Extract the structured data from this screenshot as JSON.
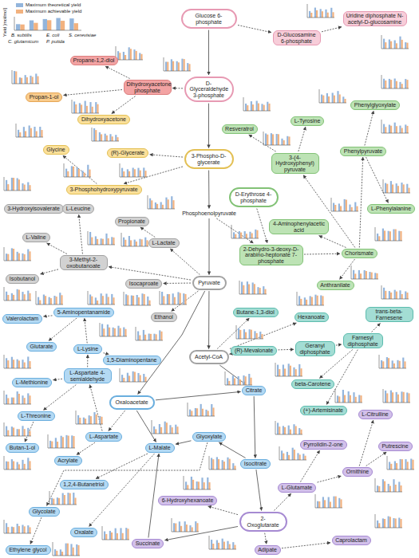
{
  "diagram": {
    "nodes": [
      {
        "text": [
          "Glucose 6-phosphate"
        ]
      },
      {
        "text": [
          "D-Glucosamine 6-phosphate"
        ]
      },
      {
        "text": [
          "Uridine diphosphate N-acetyl-D-glucosamine"
        ]
      },
      {
        "text": [
          "Propane-1,2-diol"
        ]
      },
      {
        "text": [
          "Dihydroxyacetone phosphate"
        ]
      },
      {
        "text": [
          "D-Glyceraldehyde 3-phosphate"
        ]
      },
      {
        "text": [
          "Resveratrol"
        ]
      },
      {
        "text": [
          "L-Tyrosine"
        ]
      },
      {
        "text": [
          "Phenylglyoxylate"
        ]
      },
      {
        "text": [
          "Propan-1-ol"
        ]
      },
      {
        "text": [
          "Dihydroxyacetone"
        ]
      },
      {
        "text": [
          "Glycine"
        ]
      },
      {
        "text": [
          "(R)-Glycerate"
        ]
      },
      {
        "text": [
          "3-(4-Hydroxyphenyl) pyruvate"
        ]
      },
      {
        "text": [
          "Phenylpyruvate"
        ]
      },
      {
        "text": [
          "3-Phospho-D-glycerate"
        ]
      },
      {
        "text": [
          "3-Phosphohydroxypyruvate"
        ]
      },
      {
        "text": [
          "3-Hydroxyisovalerate"
        ]
      },
      {
        "text": [
          "L-Leucine"
        ]
      },
      {
        "text": [
          "D-Erythrose 4-phosphate"
        ]
      },
      {
        "text": [
          "L-Phenylalanine"
        ]
      },
      {
        "text": [
          "Propionate"
        ]
      },
      {
        "text": [
          "L-Lactate"
        ]
      },
      {
        "text": [
          "L-Valine"
        ]
      },
      {
        "text": [
          "4-Aminophenylacetic acid"
        ]
      },
      {
        "text": [
          "Phosphoenolpyruvate"
        ]
      },
      {
        "text": [
          "2-Dehydro-3-deoxy-D-arabino-heptonate 7-phosphate"
        ]
      },
      {
        "text": [
          "Chorismate"
        ]
      },
      {
        "text": [
          "Isobutanol"
        ]
      },
      {
        "text": [
          "3-Methyl-2-oxobutanoate"
        ]
      },
      {
        "text": [
          "Isocaproate"
        ]
      },
      {
        "text": [
          "Pyruvate"
        ]
      },
      {
        "text": [
          "Anthranilate"
        ]
      },
      {
        "text": [
          "Valerolactam"
        ]
      },
      {
        "text": [
          "5-Aminopentanamide"
        ]
      },
      {
        "text": [
          "Ethanol"
        ]
      },
      {
        "text": [
          "Butane-1,3-diol"
        ]
      },
      {
        "text": [
          "Hexanoate"
        ]
      },
      {
        "text": [
          "trans-beta-Farnesene"
        ]
      },
      {
        "text": [
          "Glutarate"
        ]
      },
      {
        "text": [
          "L-Lysine"
        ]
      },
      {
        "text": [
          "1,5-Diaminopentane"
        ]
      },
      {
        "text": [
          "Acetyl-CoA"
        ]
      },
      {
        "text": [
          "(R)-Mevalonate"
        ]
      },
      {
        "text": [
          "Geranyl diphosphate"
        ]
      },
      {
        "text": [
          "Farnesyl diphosphate"
        ]
      },
      {
        "text": [
          "L-Methionine"
        ]
      },
      {
        "text": [
          "L-Aspartate 4-semialdehyde"
        ]
      },
      {
        "text": [
          "beta-Carotene"
        ]
      },
      {
        "text": [
          "Oxaloacetate"
        ]
      },
      {
        "text": [
          "Citrate"
        ]
      },
      {
        "text": [
          "(+)-Artemisinate"
        ]
      },
      {
        "text": [
          "L-Threonine"
        ]
      },
      {
        "text": [
          "L-Aspartate"
        ]
      },
      {
        "text": [
          "L-Citrulline"
        ]
      },
      {
        "text": [
          "Pyrrolidin-2-one"
        ]
      },
      {
        "text": [
          "Putrescine"
        ]
      },
      {
        "text": [
          "Butan-1-ol"
        ]
      },
      {
        "text": [
          "Acrylate"
        ]
      },
      {
        "text": [
          "L-Malate"
        ]
      },
      {
        "text": [
          "Glyoxylate"
        ]
      },
      {
        "text": [
          "Isocitrate"
        ]
      },
      {
        "text": [
          "Ornithine"
        ]
      },
      {
        "text": [
          "1,2,4-Butanetriol"
        ]
      },
      {
        "text": [
          "L-Glutamate"
        ]
      },
      {
        "text": [
          "Glycolate"
        ]
      },
      {
        "text": [
          "6-Hydroxyhexanoate"
        ]
      },
      {
        "text": [
          "2-Oxoglutarate"
        ]
      },
      {
        "text": [
          "Oxalate"
        ]
      },
      {
        "text": [
          "Succinate"
        ]
      },
      {
        "text": [
          "Adipate"
        ]
      },
      {
        "text": [
          "Caprolactam"
        ]
      },
      {
        "text": [
          "Ethylene glycol"
        ]
      }
    ],
    "edges": [
      {
        "from": 0,
        "to": 1,
        "arrow": "to"
      },
      {
        "from": 1,
        "to": 2,
        "arrow": "to"
      },
      {
        "from": 0,
        "to": 5,
        "arrow": "to"
      },
      {
        "from": 5,
        "to": 4,
        "arrow": "to"
      },
      {
        "from": 4,
        "to": 3,
        "arrow": "to"
      },
      {
        "from": 4,
        "to": 9,
        "arrow": "to"
      },
      {
        "from": 4,
        "to": 10,
        "arrow": "to"
      },
      {
        "from": 5,
        "to": 15,
        "arrow": "to"
      },
      {
        "from": 15,
        "to": 12,
        "arrow": "to"
      },
      {
        "from": 15,
        "to": 16,
        "arrow": "to"
      },
      {
        "from": 16,
        "to": 11,
        "arrow": "to"
      },
      {
        "from": 15,
        "to": 25,
        "arrow": "to"
      },
      {
        "from": 25,
        "to": 31,
        "arrow": "to"
      },
      {
        "from": 25,
        "to": 26,
        "arrow": "to"
      },
      {
        "from": 19,
        "to": 26,
        "arrow": "to"
      },
      {
        "from": 26,
        "to": 27,
        "arrow": "to"
      },
      {
        "from": 27,
        "to": 32,
        "arrow": "to"
      },
      {
        "from": 27,
        "to": 14,
        "arrow": "to"
      },
      {
        "from": 27,
        "to": 13,
        "arrow": "to"
      },
      {
        "from": 27,
        "to": 24,
        "arrow": "to"
      },
      {
        "from": 13,
        "to": 7,
        "arrow": "to"
      },
      {
        "from": 13,
        "to": 6,
        "arrow": "to"
      },
      {
        "from": 14,
        "to": 8,
        "arrow": "to"
      },
      {
        "from": 14,
        "to": 20,
        "arrow": "to"
      },
      {
        "from": 31,
        "to": 22,
        "arrow": "to"
      },
      {
        "from": 22,
        "to": 21,
        "arrow": "to"
      },
      {
        "from": 31,
        "to": 29,
        "arrow": "to"
      },
      {
        "from": 29,
        "to": 23,
        "arrow": "to"
      },
      {
        "from": 29,
        "to": 28,
        "arrow": "to"
      },
      {
        "from": 29,
        "to": 18,
        "arrow": "to"
      },
      {
        "from": 18,
        "to": 17,
        "arrow": "to"
      },
      {
        "from": 31,
        "to": 30,
        "arrow": "to"
      },
      {
        "from": 31,
        "to": 35,
        "arrow": "to"
      },
      {
        "from": 31,
        "to": 42,
        "arrow": "to"
      },
      {
        "from": 42,
        "to": 36,
        "arrow": "to"
      },
      {
        "from": 42,
        "to": 37,
        "arrow": "to"
      },
      {
        "from": 42,
        "to": 43,
        "arrow": "to"
      },
      {
        "from": 43,
        "to": 44,
        "arrow": "to"
      },
      {
        "from": 44,
        "to": 45,
        "arrow": "to"
      },
      {
        "from": 45,
        "to": 38,
        "arrow": "to"
      },
      {
        "from": 45,
        "to": 48,
        "arrow": "to"
      },
      {
        "from": 45,
        "to": 51,
        "arrow": "to"
      },
      {
        "from": 31,
        "to": 49,
        "arrow": "to"
      },
      {
        "from": 49,
        "to": 53,
        "arrow": "to"
      },
      {
        "from": 53,
        "to": 47,
        "arrow": "to"
      },
      {
        "from": 47,
        "to": 40,
        "arrow": "to"
      },
      {
        "from": 40,
        "to": 41,
        "arrow": "to"
      },
      {
        "from": 40,
        "to": 34,
        "arrow": "to"
      },
      {
        "from": 34,
        "to": 33,
        "arrow": "to"
      },
      {
        "from": 34,
        "to": 39,
        "arrow": "to"
      },
      {
        "from": 47,
        "to": 46,
        "arrow": "to"
      },
      {
        "from": 47,
        "to": 52,
        "arrow": "to"
      },
      {
        "from": 52,
        "to": 57,
        "arrow": "to"
      },
      {
        "from": 53,
        "to": 58,
        "arrow": "to"
      },
      {
        "from": 49,
        "to": 59,
        "arrow": "to"
      },
      {
        "from": 59,
        "to": 63,
        "arrow": "to"
      },
      {
        "from": 60,
        "to": 65,
        "arrow": "to"
      },
      {
        "from": 65,
        "to": 72,
        "arrow": "to"
      },
      {
        "from": 59,
        "to": 68,
        "arrow": "to"
      },
      {
        "from": 42,
        "to": 50,
        "arrow": "to"
      },
      {
        "from": 49,
        "to": 50,
        "arrow": "to"
      },
      {
        "from": 50,
        "to": 61,
        "arrow": "to"
      },
      {
        "from": 61,
        "to": 60,
        "arrow": "to"
      },
      {
        "from": 60,
        "to": 59,
        "arrow": "to"
      },
      {
        "from": 61,
        "to": 67,
        "arrow": "to"
      },
      {
        "from": 67,
        "to": 69,
        "arrow": "to"
      },
      {
        "from": 69,
        "to": 59,
        "arrow": "to"
      },
      {
        "from": 67,
        "to": 64,
        "arrow": "to"
      },
      {
        "from": 64,
        "to": 55,
        "arrow": "to"
      },
      {
        "from": 64,
        "to": 62,
        "arrow": "to"
      },
      {
        "from": 62,
        "to": 54,
        "arrow": "to"
      },
      {
        "from": 62,
        "to": 56,
        "arrow": "to"
      },
      {
        "from": 67,
        "to": 70,
        "arrow": "to"
      },
      {
        "from": 70,
        "to": 71,
        "arrow": "to"
      },
      {
        "from": 67,
        "to": 66,
        "arrow": "to"
      }
    ],
    "labels": [
      "Yield [mol/mol]",
      "B. subtilis",
      "E. coli",
      "C. glutamicum",
      "P. putida",
      "S. cerevisiae"
    ],
    "legend": [
      {
        "text": "Maximum theoretical yield",
        "color": "#93b5dc"
      },
      {
        "text": "Maximum achievable yield",
        "color": "#f2b27f"
      }
    ]
  }
}
